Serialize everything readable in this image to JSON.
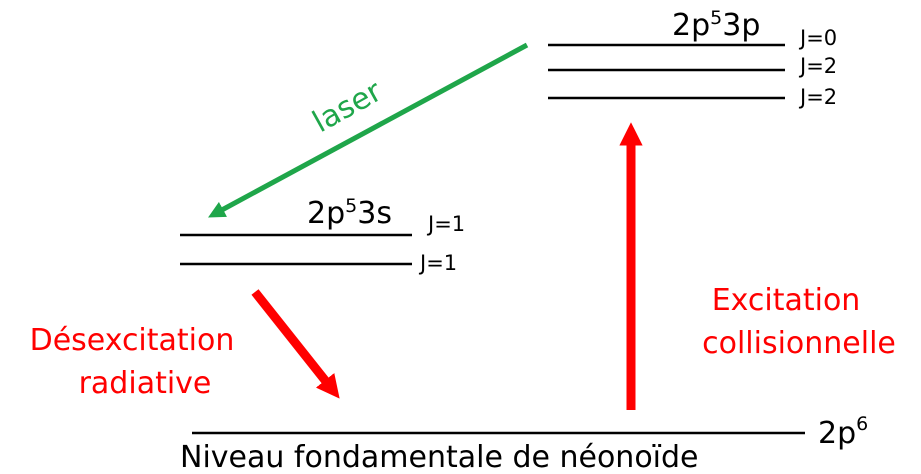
{
  "upper_group": {
    "config_base": "2p",
    "config_exp": "5",
    "config_tail": "3p",
    "levels": [
      {
        "j": "J=0"
      },
      {
        "j": "J=2"
      },
      {
        "j": "J=2"
      }
    ]
  },
  "middle_group": {
    "config_base": "2p",
    "config_exp": "5",
    "config_tail": "3s",
    "levels": [
      {
        "j": "J=1"
      },
      {
        "j": "J=1"
      }
    ]
  },
  "ground": {
    "config_base": "2p",
    "config_exp": "6",
    "label": "Niveau fondamentale de néonoïde"
  },
  "transitions": {
    "laser": {
      "label": "laser",
      "color": "#1fa64a"
    },
    "radiative": {
      "line1": "Désexcitation",
      "line2": "radiative",
      "color": "#ff0000"
    },
    "collisional": {
      "line1": "Excitation",
      "line2": "collisionnelle",
      "color": "#ff0000"
    }
  },
  "colors": {
    "level_line": "#000000",
    "red": "#ff0000",
    "green": "#1fa64a"
  }
}
